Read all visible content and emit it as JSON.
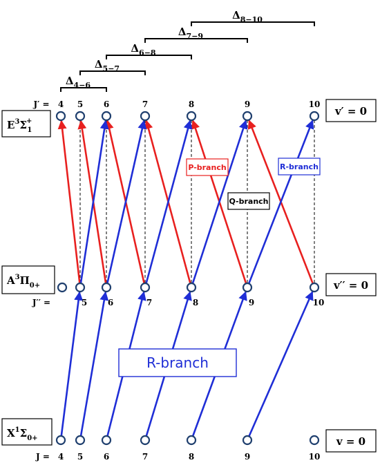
{
  "diagram": {
    "deltas": [
      {
        "base": "Δ",
        "sub": "4−6"
      },
      {
        "base": "Δ",
        "sub": "5−7"
      },
      {
        "base": "Δ",
        "sub": "6−8"
      },
      {
        "base": "Δ",
        "sub": "7−9"
      },
      {
        "base": "Δ",
        "sub": "8−10"
      }
    ],
    "states": {
      "upper": {
        "label": "E",
        "sup": "3",
        "core": "Σ",
        "core_sup": "+",
        "core_sub": "1",
        "vib": "v′ = 0"
      },
      "middle": {
        "label": "A",
        "sup": "3",
        "core": "Π",
        "core_sub": "0+",
        "vib": "v′′ = 0"
      },
      "lower": {
        "label": "X",
        "sup": "1",
        "core": "Σ",
        "core_sub": "0+",
        "vib": "v = 0"
      }
    },
    "j_prefix": {
      "upper": "J′ =",
      "middle": "J′′ =",
      "lower": "J ="
    },
    "j_values": [
      "4",
      "5",
      "6",
      "7",
      "8",
      "9",
      "10"
    ],
    "branches": {
      "p_branch": "P-branch",
      "q_branch": "Q-branch",
      "r_branch_small": "R-branch",
      "r_branch_big": "R-branch"
    },
    "colors": {
      "red": "#e8201f",
      "blue": "#1f2ed6",
      "node": "#1f3f6e",
      "blue_box": "#1f2ed6"
    }
  }
}
